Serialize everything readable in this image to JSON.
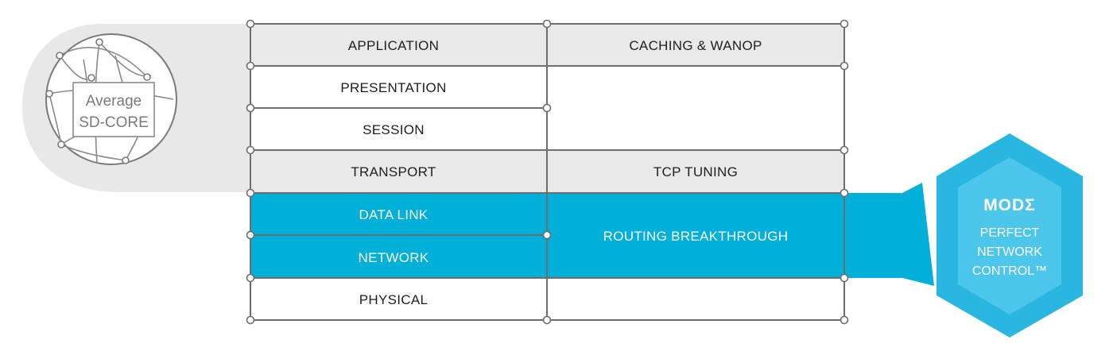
{
  "sdcore": {
    "line1": "Average",
    "line2": "SD-CORE"
  },
  "layers": {
    "application": "APPLICATION",
    "presentation": "PRESENTATION",
    "session": "SESSION",
    "transport": "TRANSPORT",
    "data_link": "DATA LINK",
    "network": "NETWORK",
    "physical": "PHYSICAL"
  },
  "features": {
    "caching": "CACHING & WANOP",
    "tcp_tuning": "TCP TUNING",
    "routing": "ROUTING BREAKTHROUGH"
  },
  "mode_badge": {
    "logo": "MODΣ",
    "line1": "PERFECT",
    "line2": "NETWORK",
    "line3": "CONTROL™"
  },
  "colors": {
    "highlight_blue": "#00b0d8",
    "badge_blue_outer": "#29b6e0",
    "badge_blue_inner": "#4cc6ea",
    "gray_fill": "#e9e9e9",
    "grid_line": "#6d6d6d"
  }
}
